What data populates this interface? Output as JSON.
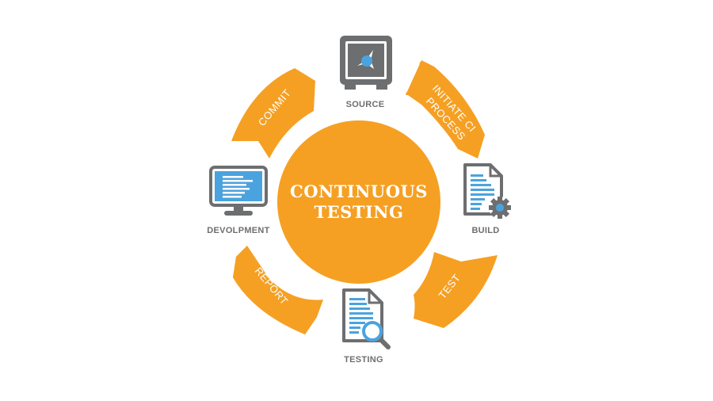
{
  "diagram": {
    "title": "CONTINUOUS TESTING",
    "title_lines": [
      "CONTINUOUS",
      "TESTING"
    ],
    "colors": {
      "accent": "#f5a023",
      "icon_gray": "#6d6e70",
      "icon_blue": "#4aa3df",
      "label_gray": "#6d6e70",
      "background": "#ffffff"
    },
    "nodes": [
      {
        "label": "SOURCE",
        "icon": "safe-icon"
      },
      {
        "label": "BUILD",
        "icon": "document-gear-icon"
      },
      {
        "label": "TESTING",
        "icon": "document-magnifier-icon"
      },
      {
        "label": "DEVOLPMENT",
        "icon": "monitor-icon"
      }
    ],
    "arrows": [
      {
        "label": "INITIATE CI",
        "label2": "PROCESS"
      },
      {
        "label": "TEST"
      },
      {
        "label": "REPORT"
      },
      {
        "label": "COMMIT"
      }
    ]
  }
}
